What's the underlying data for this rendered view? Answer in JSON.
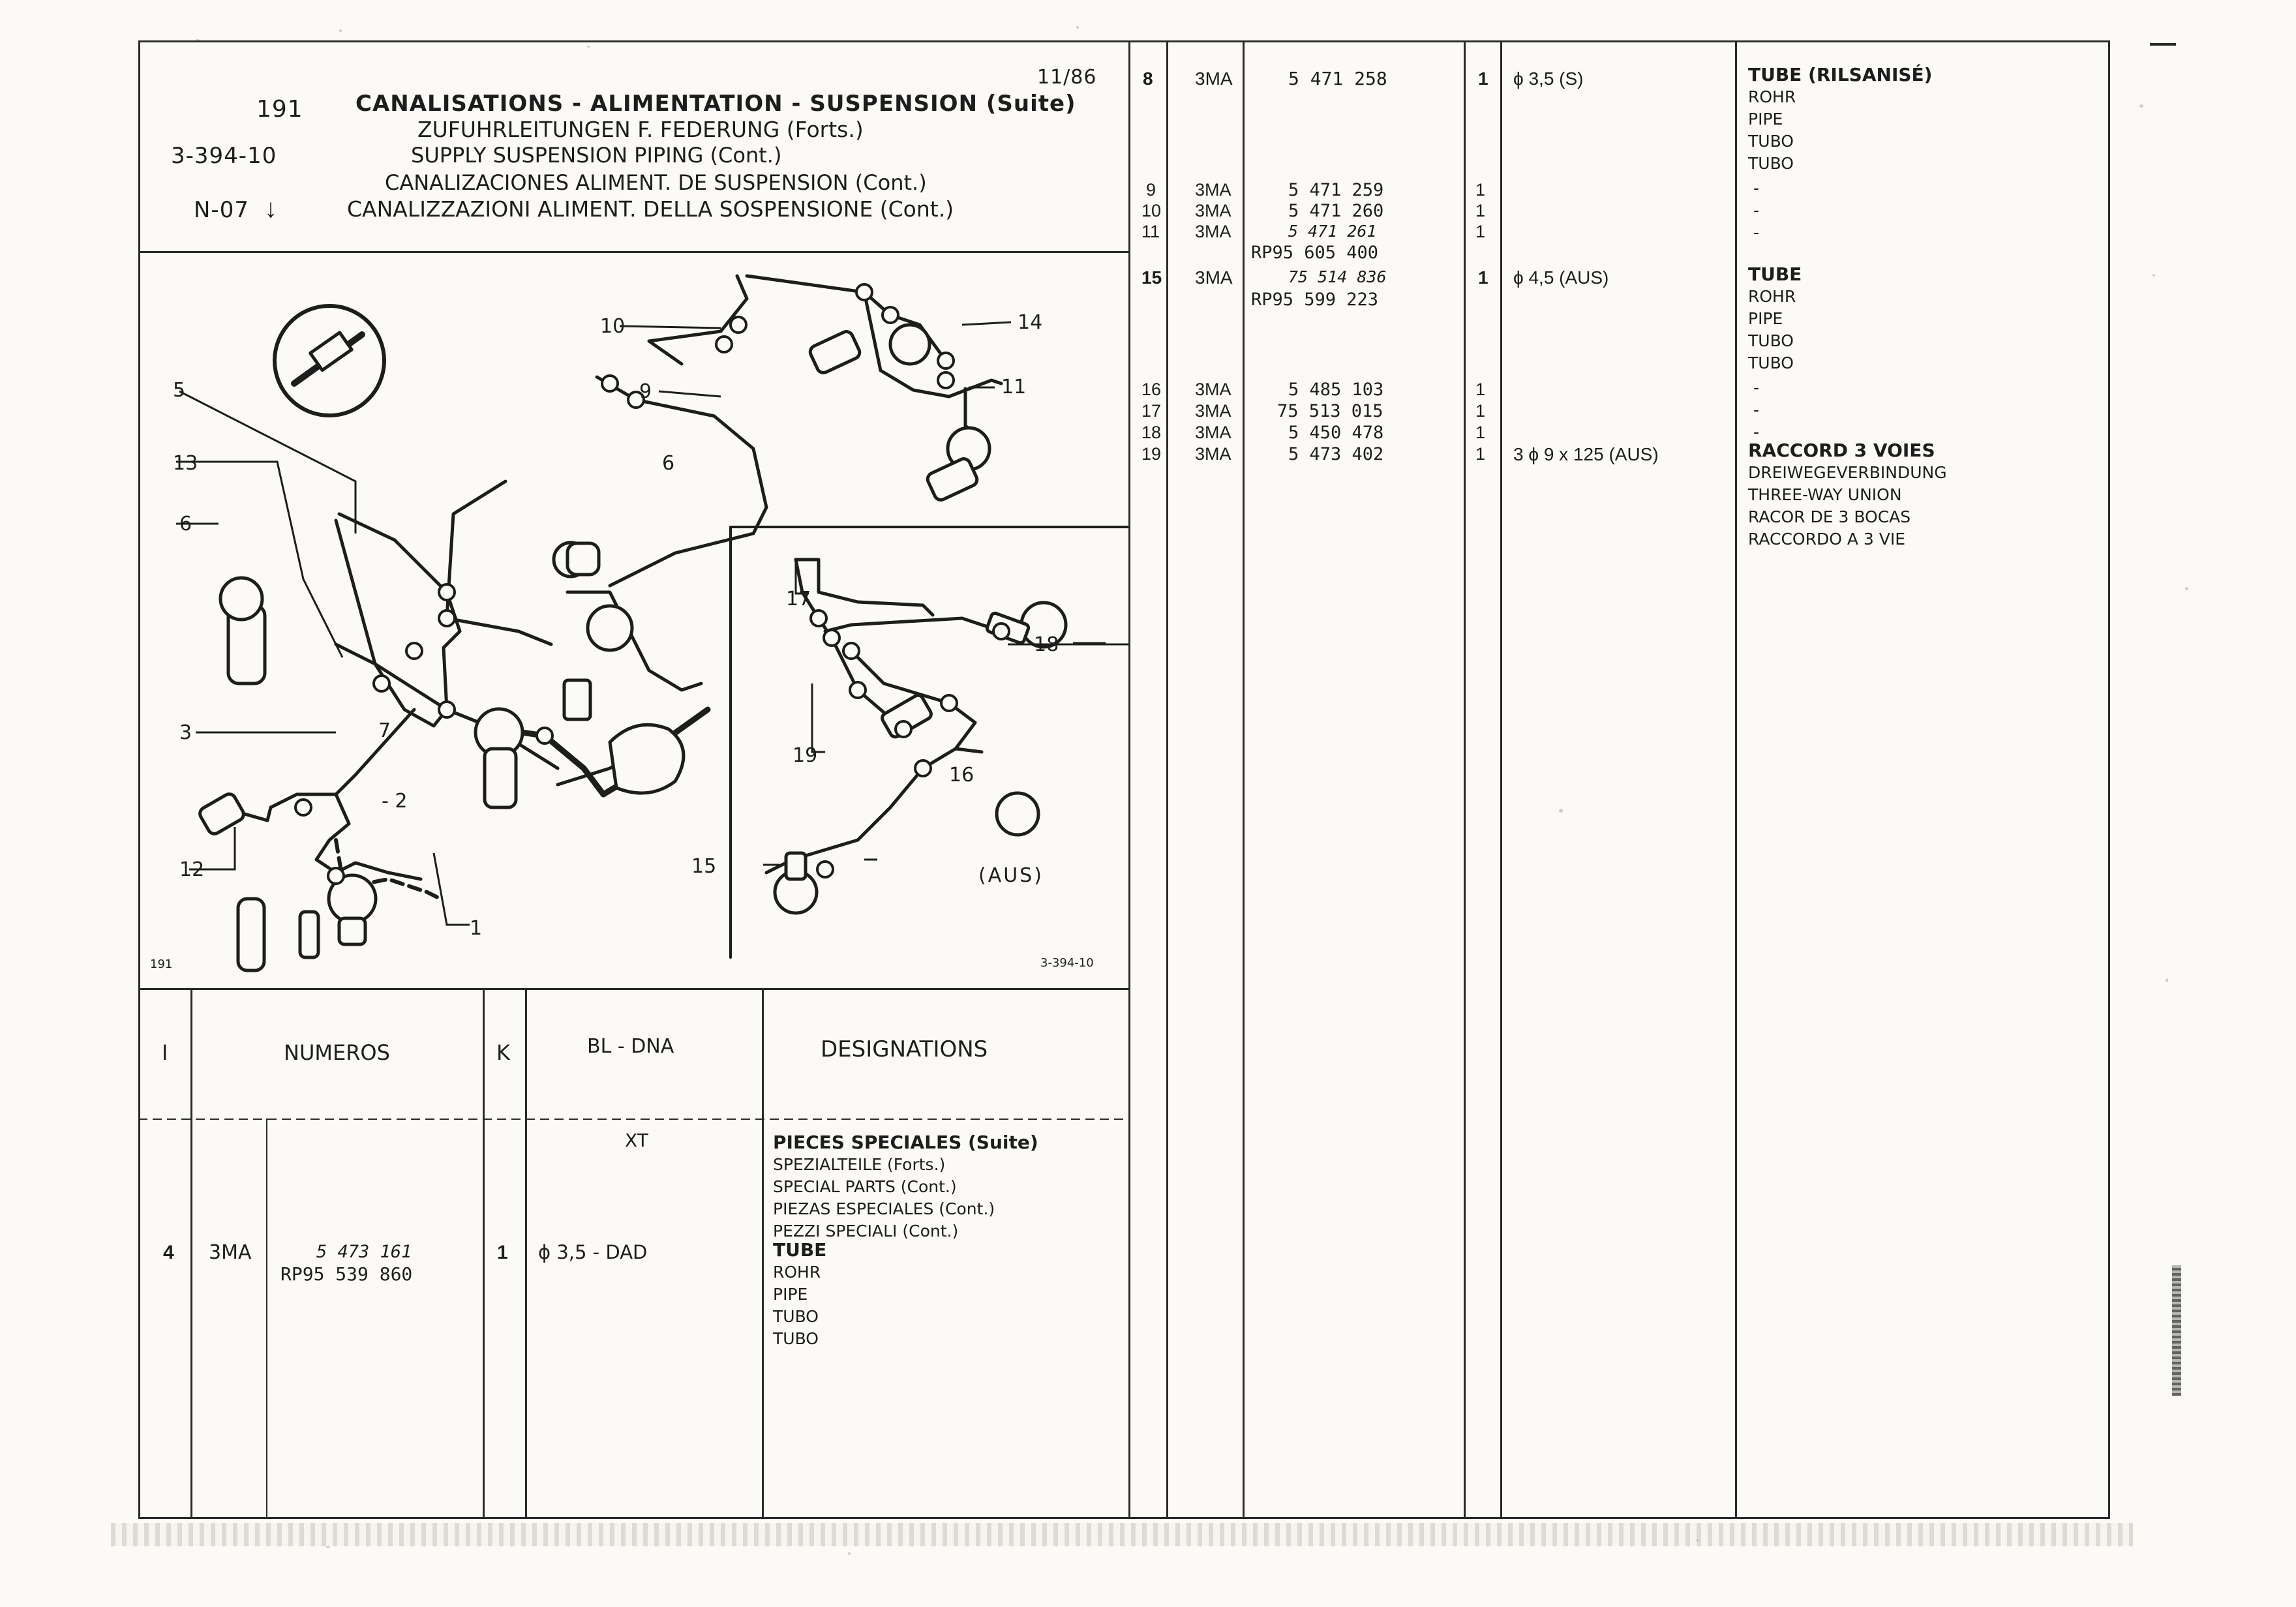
{
  "header": {
    "page_number": "191",
    "date": "11/86",
    "reference": "3-394-10",
    "revision": "N-07",
    "title_fr": "CANALISATIONS - ALIMENTATION - SUSPENSION (Suite)",
    "title_de": "ZUFUHRLEITUNGEN F. FEDERUNG (Forts.)",
    "title_en": "SUPPLY SUSPENSION PIPING (Cont.)",
    "title_es": "CANALIZACIONES ALIMENT. DE SUSPENSION (Cont.)",
    "title_it": "CANALIZZAZIONI ALIMENT. DELLA SOSPENSIONE (Cont.)"
  },
  "diagram": {
    "corner_left": "191",
    "corner_right": "3-394-10",
    "variant_label": "(AUS)",
    "callouts": [
      "1",
      "2",
      "3",
      "5",
      "6",
      "6",
      "7",
      "9",
      "10",
      "11",
      "12",
      "13",
      "14",
      "15",
      "16",
      "17",
      "18",
      "19"
    ]
  },
  "table_header": {
    "col_index": "I",
    "col_numbers": "NUMEROS",
    "col_k": "K",
    "col_bl": "BL - DNA",
    "col_designations": "DESIGNATIONS"
  },
  "left_section": {
    "code": "XT",
    "group_title": "PIECES SPECIALES (Suite)",
    "group_lines": [
      "SPEZIALTEILE (Forts.)",
      "SPECIAL PARTS (Cont.)",
      "PIEZAS ESPECIALES (Cont.)",
      "PEZZI SPECIALI (Cont.)"
    ],
    "row": {
      "index": "4",
      "model": "3MA",
      "part_number": "5 473 161",
      "rp_number": "RP95 539 860",
      "qty": "1",
      "spec": "ϕ 3,5 - DAD",
      "designation": "TUBE",
      "translations": [
        "ROHR",
        "PIPE",
        "TUBO",
        "TUBO"
      ]
    }
  },
  "right_rows": [
    {
      "index": "8",
      "model": "3MA",
      "part": "5 471 258",
      "qty": "1",
      "spec": "ϕ 3,5 (S)"
    },
    {
      "index": "9",
      "model": "3MA",
      "part": "5 471 259",
      "qty": "1",
      "spec": ""
    },
    {
      "index": "10",
      "model": "3MA",
      "part": "5 471 260",
      "qty": "1",
      "spec": ""
    },
    {
      "index": "11",
      "model": "3MA",
      "part": "5 471 261",
      "qty": "1",
      "spec": ""
    },
    {
      "index": "",
      "model": "",
      "part": "RP95 605 400",
      "qty": "",
      "spec": ""
    },
    {
      "index": "15",
      "model": "3MA",
      "part": "75 514 836",
      "qty": "1",
      "spec": "ϕ 4,5 (AUS)"
    },
    {
      "index": "",
      "model": "",
      "part": "RP95 599 223",
      "qty": "",
      "spec": ""
    },
    {
      "index": "16",
      "model": "3MA",
      "part": "5 485 103",
      "qty": "1",
      "spec": ""
    },
    {
      "index": "17",
      "model": "3MA",
      "part": "75 513 015",
      "qty": "1",
      "spec": ""
    },
    {
      "index": "18",
      "model": "3MA",
      "part": "5 450 478",
      "qty": "1",
      "spec": ""
    },
    {
      "index": "19",
      "model": "3MA",
      "part": "5 473 402",
      "qty": "1",
      "spec": "3 ϕ 9 x 125 (AUS)"
    }
  ],
  "right_designations": {
    "tube_rilsanise": {
      "title": "TUBE (RILSANISÉ)",
      "lines": [
        "ROHR",
        "PIPE",
        "TUBO",
        "TUBO"
      ]
    },
    "dashes": [
      "-",
      "-",
      "-"
    ],
    "tube": {
      "title": "TUBE",
      "lines": [
        "ROHR",
        "PIPE",
        "TUBO",
        "TUBO"
      ]
    },
    "dashes2": [
      "-",
      "-",
      "-"
    ],
    "raccord": {
      "title": "RACCORD 3 VOIES",
      "lines": [
        "DREIWEGEVERBINDUNG",
        "THREE-WAY UNION",
        "RACOR DE 3 BOCAS",
        "RACCORDO A 3 VIE"
      ]
    }
  }
}
